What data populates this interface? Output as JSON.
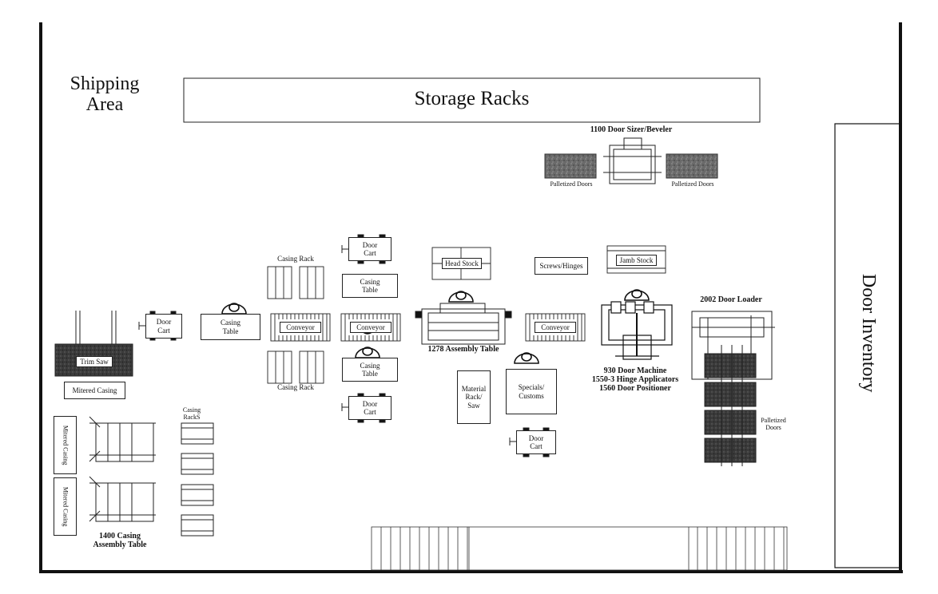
{
  "areas": {
    "shipping_line1": "Shipping",
    "shipping_line2": "Area",
    "storage_racks": "Storage Racks",
    "door_inventory": "Door Inventory"
  },
  "sizer": {
    "title": "1100 Door Sizer/Beveler",
    "palletized_left": "Palletized Doors",
    "palletized_right": "Palletized Doors"
  },
  "stations": {
    "door_cart": "Door Cart",
    "casing_table": "Casing Table",
    "casing_rack": "Casing Rack",
    "conveyor": "Conveyor",
    "head_stock": "Head Stock",
    "screws_hinges": "Screws/Hinges",
    "jamb_stock": "Jamb Stock",
    "assembly_table": "1278 Assembly Table",
    "door_machine_1": "930 Door Machine",
    "door_machine_2": "1550-3 Hinge Applicators",
    "door_machine_3": "1560 Door Positioner",
    "door_loader": "2002 Door Loader",
    "palletized_doors": "Palletized Doors",
    "material_rack": "Material Rack/ Saw",
    "specials": "Specials/ Customs",
    "trim_saw": "Trim Saw",
    "mitered_casing": "Mitered Casing",
    "mitered_casing_vertical": "Mitered Casing",
    "casing_racks": "Casing RackS",
    "casing_assembly_1": "1400 Casing",
    "casing_assembly_2": "Assembly Table"
  },
  "colors": {
    "line": "#111111",
    "hatch": "#555555",
    "wall": "#111111"
  }
}
